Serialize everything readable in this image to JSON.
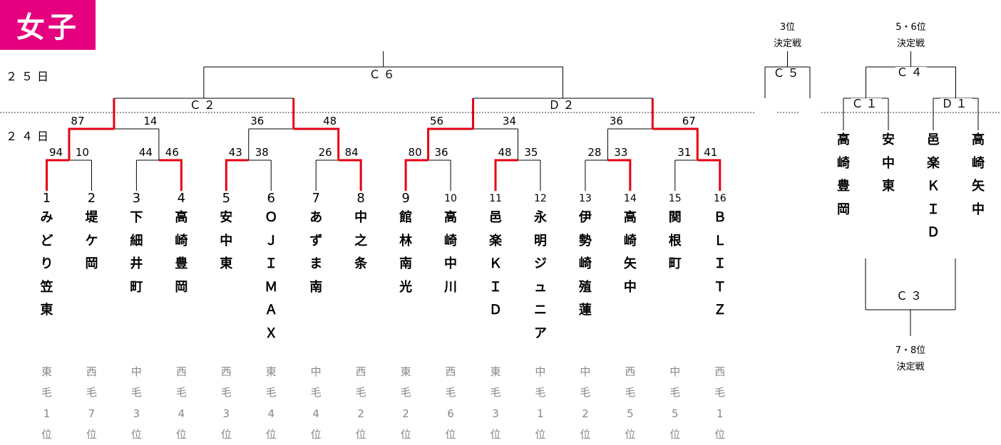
{
  "title": "女子",
  "days": {
    "day25": "２５日",
    "day24": "２４日"
  },
  "nodes": {
    "C6": "Ｃ６",
    "C2": "Ｃ２",
    "D2": "Ｄ２",
    "C5": "Ｃ５",
    "C4": "Ｃ４",
    "C1": "Ｃ１",
    "D1": "Ｄ１",
    "C3": "Ｃ３"
  },
  "place_labels": {
    "third": [
      "3位",
      "決定戦"
    ],
    "fifth": [
      "5・6位",
      "決定戦"
    ],
    "seventh": [
      "7・8位",
      "決定戦"
    ]
  },
  "colors": {
    "accent": "#e4007f",
    "winner_line": "#e60012",
    "line": "#000000",
    "qualifier_text": "#888888"
  },
  "teams": [
    {
      "seed": "1",
      "name": [
        "み",
        "ど",
        "り",
        "笠",
        "東"
      ],
      "qual": [
        "東",
        "毛",
        "1",
        "位"
      ]
    },
    {
      "seed": "2",
      "name": [
        "堤",
        "ケ",
        "岡"
      ],
      "qual": [
        "西",
        "毛",
        "7",
        "位"
      ]
    },
    {
      "seed": "3",
      "name": [
        "下",
        "細",
        "井",
        "町"
      ],
      "qual": [
        "中",
        "毛",
        "3",
        "位"
      ]
    },
    {
      "seed": "4",
      "name": [
        "高",
        "崎",
        "豊",
        "岡"
      ],
      "qual": [
        "西",
        "毛",
        "4",
        "位"
      ]
    },
    {
      "seed": "5",
      "name": [
        "安",
        "中",
        "東"
      ],
      "qual": [
        "西",
        "毛",
        "3",
        "位"
      ]
    },
    {
      "seed": "6",
      "name": [
        "Ｏ",
        "Ｊ",
        "Ｉ",
        "Ｍ",
        "Ａ",
        "Ｘ"
      ],
      "qual": [
        "東",
        "毛",
        "4",
        "位"
      ]
    },
    {
      "seed": "7",
      "name": [
        "あ",
        "ず",
        "ま",
        "南"
      ],
      "qual": [
        "中",
        "毛",
        "4",
        "位"
      ]
    },
    {
      "seed": "8",
      "name": [
        "中",
        "之",
        "条"
      ],
      "qual": [
        "西",
        "毛",
        "2",
        "位"
      ]
    },
    {
      "seed": "9",
      "name": [
        "館",
        "林",
        "南",
        "光"
      ],
      "qual": [
        "東",
        "毛",
        "2",
        "位"
      ]
    },
    {
      "seed": "10",
      "name": [
        "高",
        "崎",
        "中",
        "川"
      ],
      "qual": [
        "西",
        "毛",
        "6",
        "位"
      ]
    },
    {
      "seed": "11",
      "name": [
        "邑",
        "楽",
        "Ｋ",
        "Ｉ",
        "Ｄ"
      ],
      "qual": [
        "東",
        "毛",
        "3",
        "位"
      ]
    },
    {
      "seed": "12",
      "name": [
        "永",
        "明",
        "ジ",
        "ュ",
        "ニ",
        "ア"
      ],
      "qual": [
        "中",
        "毛",
        "1",
        "位"
      ]
    },
    {
      "seed": "13",
      "name": [
        "伊",
        "勢",
        "崎",
        "殖",
        "蓮"
      ],
      "qual": [
        "中",
        "毛",
        "2",
        "位"
      ]
    },
    {
      "seed": "14",
      "name": [
        "高",
        "崎",
        "矢",
        "中"
      ],
      "qual": [
        "西",
        "毛",
        "5",
        "位"
      ]
    },
    {
      "seed": "15",
      "name": [
        "関",
        "根",
        "町"
      ],
      "qual": [
        "中",
        "毛",
        "5",
        "位"
      ]
    },
    {
      "seed": "16",
      "name": [
        "Ｂ",
        "Ｌ",
        "Ｉ",
        "Ｔ",
        "Ｚ"
      ],
      "qual": [
        "西",
        "毛",
        "1",
        "位"
      ]
    }
  ],
  "first_round": [
    {
      "left": "94",
      "right": "10",
      "winner": "left"
    },
    {
      "left": "44",
      "right": "46",
      "winner": "right"
    },
    {
      "left": "43",
      "right": "38",
      "winner": "left"
    },
    {
      "left": "26",
      "right": "84",
      "winner": "right"
    },
    {
      "left": "80",
      "right": "36",
      "winner": "left"
    },
    {
      "left": "48",
      "right": "35",
      "winner": "left"
    },
    {
      "left": "28",
      "right": "33",
      "winner": "right"
    },
    {
      "left": "31",
      "right": "41",
      "winner": "right"
    }
  ],
  "second_round": [
    {
      "left": "87",
      "right": "14",
      "winner": "left"
    },
    {
      "left": "36",
      "right": "48",
      "winner": "right"
    },
    {
      "left": "56",
      "right": "34",
      "winner": "left"
    },
    {
      "left": "36",
      "right": "67",
      "winner": "right"
    }
  ],
  "placement_teams": [
    {
      "name": [
        "高",
        "崎",
        "豊",
        "岡"
      ]
    },
    {
      "name": [
        "安",
        "中",
        "東"
      ]
    },
    {
      "name": [
        "邑",
        "楽",
        "Ｋ",
        "Ｉ",
        "Ｄ"
      ]
    },
    {
      "name": [
        "高",
        "崎",
        "矢",
        "中"
      ]
    }
  ]
}
